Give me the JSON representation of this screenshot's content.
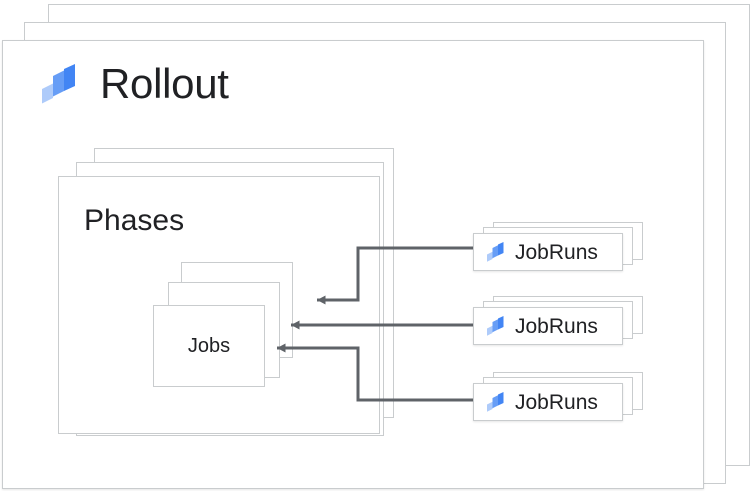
{
  "diagram": {
    "title": "Rollout",
    "type": "hierarchy-stack-diagram",
    "description": "Google Cloud Deploy Rollout containing Phases, which contain Jobs, each executed by a JobRun"
  },
  "colors": {
    "card_border": "#c9ccce",
    "card_background": "#ffffff",
    "text": "#202124",
    "connector": "#5f6368",
    "logo_blue_dark": "#4285f4",
    "logo_blue_mid": "#669df6",
    "logo_blue_light": "#aecbfa",
    "page_background": "#ffffff"
  },
  "rollout": {
    "label": "Rollout",
    "icon": "cloud-deploy-icon",
    "stack_count": 3
  },
  "phases": {
    "label": "Phases",
    "stack_count": 3
  },
  "jobs": {
    "label": "Jobs",
    "stack_count": 3
  },
  "jobruns": [
    {
      "label": "JobRuns",
      "icon": "cloud-deploy-icon",
      "stack_count": 3
    },
    {
      "label": "JobRuns",
      "icon": "cloud-deploy-icon",
      "stack_count": 3
    },
    {
      "label": "JobRuns",
      "icon": "cloud-deploy-icon",
      "stack_count": 3
    }
  ],
  "connectors": [
    {
      "from": "jobruns-1",
      "to": "jobs-card-1",
      "style": "elbow",
      "arrowhead": "filled-triangle"
    },
    {
      "from": "jobruns-2",
      "to": "jobs-card-2",
      "style": "straight",
      "arrowhead": "filled-triangle"
    },
    {
      "from": "jobruns-3",
      "to": "jobs-card-3",
      "style": "elbow",
      "arrowhead": "filled-triangle"
    }
  ]
}
